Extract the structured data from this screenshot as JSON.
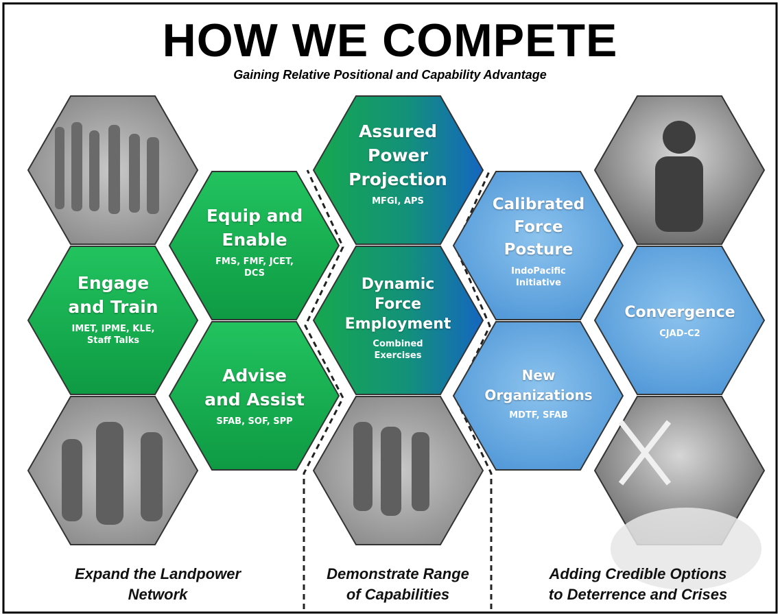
{
  "header": {
    "title": "HOW WE COMPETE",
    "subtitle": "Gaining Relative Positional and Capability Advantage"
  },
  "colors": {
    "green": "#16a84e",
    "blue_light": "#5aa3de",
    "blue_deep": "#1a6fc0",
    "photo_gray": "#9a9a9a"
  },
  "hexes": {
    "engage": {
      "title": "Engage and Train",
      "lines": [
        "Engage",
        "and Train"
      ],
      "sub": [
        "IMET, IPME, KLE,",
        "Staff Talks"
      ]
    },
    "equip": {
      "title": "Equip and Enable",
      "lines": [
        "Equip and",
        "Enable"
      ],
      "sub": [
        "FMS, FMF, JCET,",
        "DCS"
      ]
    },
    "advise": {
      "title": "Advise and Assist",
      "lines": [
        "Advise",
        "and Assist"
      ],
      "sub": [
        "SFAB, SOF, SPP"
      ]
    },
    "assured": {
      "title": "Assured Power Projection",
      "lines": [
        "Assured",
        "Power",
        "Projection"
      ],
      "sub": [
        "MFGI, APS"
      ]
    },
    "dynamic": {
      "title": "Dynamic Force Employment",
      "lines": [
        "Dynamic",
        "Force",
        "Employment"
      ],
      "sub": [
        "Combined",
        "Exercises"
      ]
    },
    "calibrated": {
      "title": "Calibrated Force Posture",
      "lines": [
        "Calibrated",
        "Force",
        "Posture"
      ],
      "sub": [
        "IndoPacific",
        "Initiative"
      ]
    },
    "neworg": {
      "title": "New Organizations",
      "lines": [
        "New",
        "Organizations"
      ],
      "sub": [
        "MDTF, SFAB"
      ]
    },
    "convergence": {
      "title": "Convergence",
      "lines": [
        "Convergence"
      ],
      "sub": [
        "CJAD-C2"
      ]
    }
  },
  "captions": {
    "left": [
      "Expand the Landpower",
      "Network"
    ],
    "middle": [
      "Demonstrate Range",
      "of Capabilities"
    ],
    "right": [
      "Adding Credible Options",
      "to Deterrence and Crises"
    ]
  }
}
